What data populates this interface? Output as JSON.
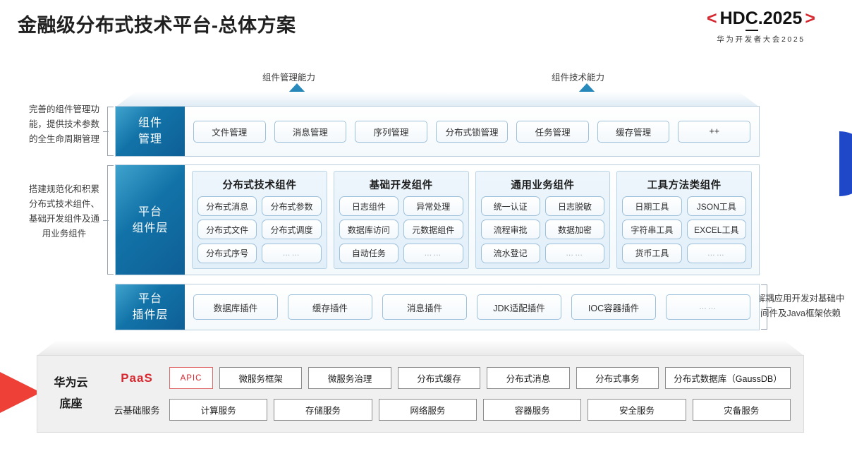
{
  "header": {
    "title": "金融级分布式技术平台-总体方案",
    "logo": {
      "bracket_left": "<",
      "bracket_right": ">",
      "text_pre": "HD",
      "text_underlined": "C",
      "text_post": ".2025",
      "subtitle": "华为开发者大会2025",
      "bracket_color": "#d7282f"
    }
  },
  "arrows": [
    {
      "caption": "组件管理能力"
    },
    {
      "caption": "组件技术能力"
    }
  ],
  "side_notes": {
    "left": [
      "完善的组件管理功能，提供技术参数的全生命周期管理",
      "搭建规范化和积累分布式技术组件、基础开发组件及通用业务组件"
    ],
    "right": "解耦应用开发对基础中间件及Java框架依赖"
  },
  "layers": [
    {
      "label": "组件\n管理",
      "id": "component-management",
      "chips": [
        "文件管理",
        "消息管理",
        "序列管理",
        "分布式锁管理",
        "任务管理",
        "缓存管理",
        "++"
      ]
    },
    {
      "label": "平台\n组件层",
      "id": "platform-component-layer",
      "groups": [
        {
          "title": "分布式技术组件",
          "items": [
            "分布式消息",
            "分布式参数",
            "分布式文件",
            "分布式调度",
            "分布式序号",
            "……"
          ]
        },
        {
          "title": "基础开发组件",
          "items": [
            "日志组件",
            "异常处理",
            "数据库访问",
            "元数据组件",
            "自动任务",
            "……"
          ]
        },
        {
          "title": "通用业务组件",
          "items": [
            "统一认证",
            "日志脱敏",
            "流程审批",
            "数据加密",
            "流水登记",
            "……"
          ]
        },
        {
          "title": "工具方法类组件",
          "items": [
            "日期工具",
            "JSON工具",
            "字符串工具",
            "EXCEL工具",
            "货币工具",
            "……"
          ]
        }
      ]
    },
    {
      "label": "平台\n插件层",
      "id": "platform-plugin-layer",
      "chips": [
        "数据库插件",
        "缓存插件",
        "消息插件",
        "JDK适配插件",
        "IOC容器插件",
        "……"
      ]
    }
  ],
  "base": {
    "title_line1": "华为云",
    "title_line2": "底座",
    "paas": {
      "label": "PaaS",
      "items": [
        {
          "text": "APIC",
          "style": "red"
        },
        {
          "text": "微服务框架",
          "style": "red"
        },
        {
          "text": "微服务治理",
          "style": "red"
        },
        {
          "text": "分布式缓存",
          "style": "red"
        },
        {
          "text": "分布式消息",
          "style": "red"
        },
        {
          "text": "分布式事务",
          "style": "red"
        },
        {
          "text": "分布式数据库（GaussDB）",
          "style": "gray"
        }
      ]
    },
    "cloud": {
      "label": "云基础服务",
      "items": [
        "计算服务",
        "存储服务",
        "网络服务",
        "容器服务",
        "安全服务",
        "灾备服务"
      ]
    }
  },
  "colors": {
    "accent_blue": "#1273a8",
    "accent_red": "#d7282f",
    "crescent_blue": "#1f48c9",
    "wedge_red": "#ee4037"
  }
}
